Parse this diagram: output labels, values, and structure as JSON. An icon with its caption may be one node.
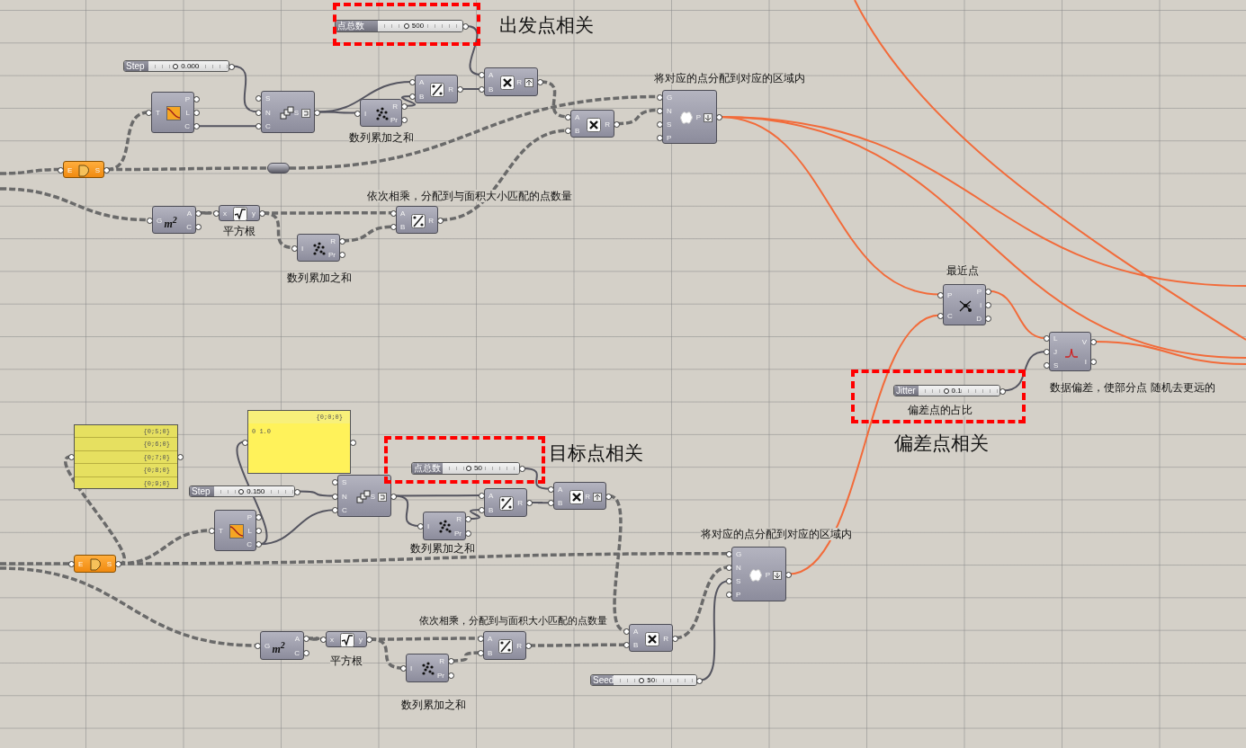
{
  "diagram": {
    "nodes": [
      {
        "text": [
          "点总数",
          "500"
        ]
      },
      {
        "text": [
          "Step",
          "0.000"
        ]
      },
      {
        "text": [
          "T",
          "P",
          "L",
          "C"
        ]
      },
      {
        "text": [
          "S",
          "N",
          "C",
          "S"
        ]
      },
      {
        "text": [
          "I",
          "R",
          "Pr"
        ],
        "beside": [
          "数列累加之和"
        ]
      },
      {
        "text": [
          "A",
          "B",
          "R"
        ]
      },
      {
        "text": [
          "A",
          "B",
          "R"
        ]
      },
      {
        "text": [
          "A",
          "B",
          "R"
        ]
      },
      {
        "text": [
          "G",
          "N",
          "S",
          "P",
          "P"
        ],
        "beside": [
          "将对应的点分配到对应的区域内"
        ]
      },
      {
        "text": [
          "E",
          "S"
        ]
      },
      {
        "text": [],
        "shape": "capsule"
      },
      {
        "text": [
          "G",
          "A",
          "C",
          "m$^{2}$"
        ]
      },
      {
        "text": [
          "x",
          "y"
        ],
        "beside": [
          "平方根"
        ]
      },
      {
        "text": [
          "I",
          "R",
          "Pr"
        ],
        "beside": [
          "数列累加之和"
        ]
      },
      {
        "text": [
          "A",
          "B",
          "R"
        ],
        "beside": [
          "依次相乘，分配到与面积大小匹配的点数量"
        ]
      },
      {
        "text": [
          "P",
          "C",
          "P",
          "i",
          "D"
        ],
        "beside": [
          "最近点"
        ]
      },
      {
        "text": [
          "L",
          "J",
          "S",
          "V",
          "I"
        ],
        "beside": [
          "数据偏差，使部分点 随机去更远的"
        ]
      },
      {
        "text": [
          "Jitter",
          "0.1"
        ],
        "beside": [
          "偏差点的占比"
        ]
      },
      {
        "text": [
          "{0;5;0}",
          "{0;6;0}",
          "{0;7;0}",
          "{0;8;0}",
          "{0;9;0}"
        ]
      },
      {
        "text": [
          "{0;0;0}",
          "0 1.0"
        ]
      },
      {
        "text": [
          "Step",
          "0.150"
        ]
      },
      {
        "text": [
          "T",
          "P",
          "L",
          "C"
        ]
      },
      {
        "text": [
          "S",
          "N",
          "C",
          "S"
        ]
      },
      {
        "text": [
          "点总数",
          "50"
        ]
      },
      {
        "text": [
          "A",
          "B",
          "R"
        ]
      },
      {
        "text": [
          "I",
          "R",
          "Pr"
        ],
        "beside": [
          "数列累加之和"
        ]
      },
      {
        "text": [
          "A",
          "B",
          "R"
        ]
      },
      {
        "text": [
          "E",
          "S"
        ]
      },
      {
        "text": [
          "G",
          "N",
          "S",
          "P",
          "P"
        ],
        "beside": [
          "将对应的点分配到对应的区域内"
        ]
      },
      {
        "text": [
          "G",
          "A",
          "C",
          "m$^{2}$"
        ]
      },
      {
        "text": [
          "x",
          "y"
        ],
        "beside": [
          "平方根"
        ]
      },
      {
        "text": [
          "I",
          "R",
          "Pr"
        ],
        "beside": [
          "数列累加之和"
        ]
      },
      {
        "text": [
          "A",
          "B",
          "R"
        ],
        "beside": [
          "依次相乘，分配到与面积大小匹配的点数量"
        ]
      },
      {
        "text": [
          "A",
          "B",
          "R"
        ]
      },
      {
        "text": [
          "Seed",
          "50"
        ]
      }
    ],
    "edges": [
      {
        "from": 0,
        "to": 6,
        "arrow": "none"
      },
      {
        "from": 1,
        "to": 3,
        "arrow": "none"
      },
      {
        "from": 2,
        "to": 3,
        "arrow": "none"
      },
      {
        "from": 3,
        "to": 4,
        "arrow": "none"
      },
      {
        "from": 3,
        "to": 5,
        "arrow": "none"
      },
      {
        "from": 4,
        "to": 5,
        "arrow": "none"
      },
      {
        "from": 5,
        "to": 6,
        "arrow": "none"
      },
      {
        "from": 6,
        "to": 7,
        "arrow": "none",
        "style": "dashed"
      },
      {
        "from": 9,
        "to": 2,
        "arrow": "none",
        "style": "dashed"
      },
      {
        "from": 9,
        "to": 10,
        "arrow": "none",
        "style": "dashed"
      },
      {
        "from": 10,
        "to": 8,
        "arrow": "none",
        "style": "dashed"
      },
      {
        "from": null,
        "to": 9,
        "arrow": "none",
        "style": "dashed"
      },
      {
        "from": null,
        "to": 11,
        "arrow": "none",
        "style": "dashed"
      },
      {
        "from": 11,
        "to": 12,
        "arrow": "none",
        "style": "dashed"
      },
      {
        "from": 12,
        "to": 14,
        "arrow": "none",
        "style": "dashed"
      },
      {
        "from": 12,
        "to": 13,
        "arrow": "none",
        "style": "dashed"
      },
      {
        "from": 13,
        "to": 14,
        "arrow": "none",
        "style": "dashed"
      },
      {
        "from": 14,
        "to": 7,
        "arrow": "none",
        "style": "dashed"
      },
      {
        "from": 7,
        "to": 8,
        "arrow": "none",
        "style": "dashed"
      },
      {
        "from": 8,
        "to": 15,
        "arrow": "none",
        "color": "#f26b3a"
      },
      {
        "from": 8,
        "to": null,
        "arrow": "none",
        "color": "#f26b3a"
      },
      {
        "from": 8,
        "to": null,
        "arrow": "none",
        "color": "#f26b3a"
      },
      {
        "from": 28,
        "to": 15,
        "arrow": "none",
        "color": "#f26b3a"
      },
      {
        "from": 15,
        "to": 16,
        "arrow": "none",
        "color": "#f26b3a"
      },
      {
        "from": 17,
        "to": 16,
        "arrow": "none"
      },
      {
        "from": 16,
        "to": null,
        "arrow": "none",
        "color": "#f26b3a"
      },
      {
        "from": 27,
        "to": 18,
        "arrow": "none",
        "style": "dashed"
      },
      {
        "from": 21,
        "to": 19,
        "arrow": "none"
      },
      {
        "from": 20,
        "to": 22,
        "arrow": "none"
      },
      {
        "from": 21,
        "to": 22,
        "arrow": "none"
      },
      {
        "from": 27,
        "to": 21,
        "arrow": "none",
        "style": "dashed"
      },
      {
        "from": 22,
        "to": 24,
        "arrow": "none"
      },
      {
        "from": 22,
        "to": 25,
        "arrow": "none"
      },
      {
        "from": 25,
        "to": 24,
        "arrow": "none"
      },
      {
        "from": 24,
        "to": 26,
        "arrow": "none"
      },
      {
        "from": 23,
        "to": 26,
        "arrow": "none"
      },
      {
        "from": 26,
        "to": 33,
        "arrow": "none",
        "style": "dashed"
      },
      {
        "from": 27,
        "to": 28,
        "arrow": "none",
        "style": "dashed"
      },
      {
        "from": null,
        "to": 27,
        "arrow": "none",
        "style": "dashed"
      },
      {
        "from": null,
        "to": 29,
        "arrow": "none",
        "style": "dashed"
      },
      {
        "from": 29,
        "to": 30,
        "arrow": "none",
        "style": "dashed"
      },
      {
        "from": 30,
        "to": 32,
        "arrow": "none",
        "style": "dashed"
      },
      {
        "from": 30,
        "to": 31,
        "arrow": "none",
        "style": "dashed"
      },
      {
        "from": 31,
        "to": 32,
        "arrow": "none",
        "style": "dashed"
      },
      {
        "from": 32,
        "to": 33,
        "arrow": "none",
        "style": "dashed"
      },
      {
        "from": 33,
        "to": 28,
        "arrow": "none",
        "style": "dashed"
      },
      {
        "from": 34,
        "to": 28,
        "arrow": "none"
      }
    ],
    "labels": [
      "出发点相关",
      "偏差点相关",
      "目标点相关"
    ]
  }
}
